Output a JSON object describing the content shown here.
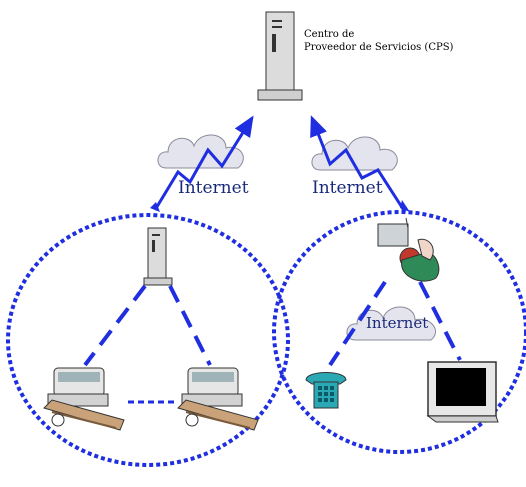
{
  "diagram": {
    "server_label_line1": "Centro de",
    "server_label_line2": "Proveedor de Servicios (CPS)",
    "internet_left": "Internet",
    "internet_right": "Internet",
    "internet_inner": "Internet",
    "colors": {
      "link_blue": "#1f2ee0",
      "circle_blue": "#1f2ee0",
      "cloud_fill": "#e4e4ee",
      "cloud_stroke": "#8b8b9a",
      "text_dark": "#1a2a7a"
    },
    "icons": [
      "server-icon",
      "cloud-icon",
      "computer-icon",
      "phone-icon",
      "tv-icon",
      "person-icon"
    ]
  }
}
